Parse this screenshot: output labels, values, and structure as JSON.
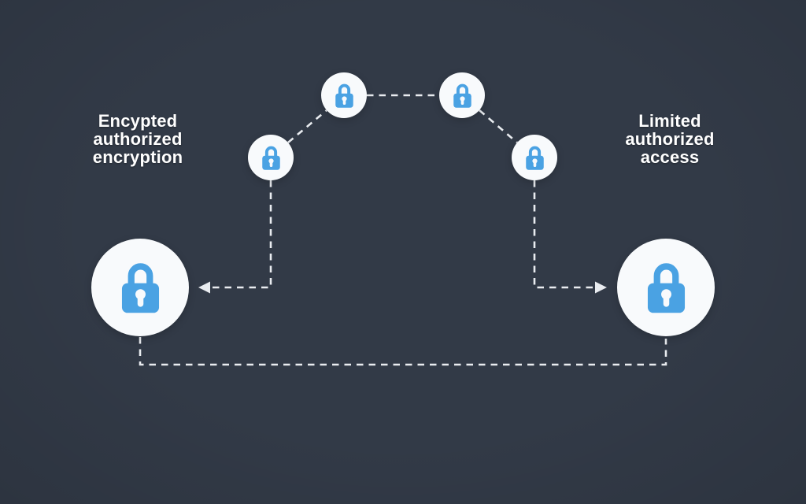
{
  "diagram": {
    "type": "security-flow-diagram",
    "colors": {
      "background": "#323a47",
      "node_fill": "#f8fafc",
      "lock_blue": "#4aa2e3",
      "line": "#e9ecf0",
      "text": "#ffffff"
    },
    "left_label": {
      "line1": "Encypted",
      "line2": "authorized",
      "line3": "encryption"
    },
    "right_label": {
      "line1": "Limited",
      "line2": "authorized",
      "line3": "access"
    },
    "nodes": [
      {
        "id": "main-left",
        "icon": "padlock-icon",
        "size": "large"
      },
      {
        "id": "relay-left",
        "icon": "padlock-icon",
        "size": "small"
      },
      {
        "id": "peak-left",
        "icon": "padlock-icon",
        "size": "small"
      },
      {
        "id": "peak-right",
        "icon": "padlock-icon",
        "size": "small"
      },
      {
        "id": "relay-right",
        "icon": "padlock-icon",
        "size": "small"
      },
      {
        "id": "main-right",
        "icon": "padlock-icon",
        "size": "large"
      }
    ],
    "connections": [
      {
        "from": "relay-left",
        "to": "peak-left",
        "style": "dashed"
      },
      {
        "from": "peak-left",
        "to": "peak-right",
        "style": "dashed"
      },
      {
        "from": "peak-right",
        "to": "relay-right",
        "style": "dashed"
      },
      {
        "from": "relay-left",
        "to": "main-left",
        "style": "dashed-arrow"
      },
      {
        "from": "relay-right",
        "to": "main-right",
        "style": "dashed-arrow"
      },
      {
        "from": "main-left",
        "to": "main-right",
        "style": "dashed"
      }
    ]
  }
}
